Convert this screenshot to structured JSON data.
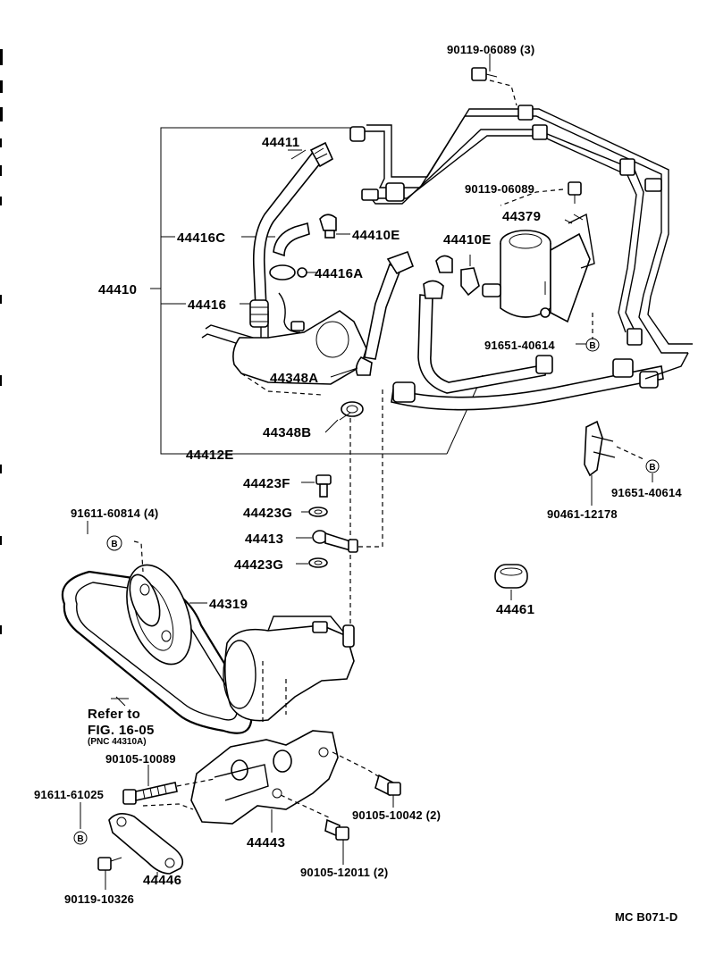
{
  "diagram_code": "MC  B071-D",
  "refer_note": {
    "line1": "Refer to",
    "line2": "FIG. 16-05",
    "line3": "(PNC 44310A)"
  },
  "circle_mark": "B",
  "labels": {
    "p90119_06089_3": "90119-06089 (3)",
    "p90119_06089": "90119-06089",
    "p44411": "44411",
    "p44416C": "44416C",
    "p44410E_a": "44410E",
    "p44410E_b": "44410E",
    "p44379": "44379",
    "p44416A": "44416A",
    "p44410": "44410",
    "p44416": "44416",
    "p91651_40614_a": "91651-40614",
    "p44348A": "44348A",
    "p44348B": "44348B",
    "p44412E": "44412E",
    "p44423F": "44423F",
    "p44423G_a": "44423G",
    "p44413": "44413",
    "p44423G_b": "44423G",
    "p91611_60814_4": "91611-60814 (4)",
    "p44319": "44319",
    "p90461_12178": "90461-12178",
    "p91651_40614_b": "91651-40614",
    "p44461": "44461",
    "p90105_10089": "90105-10089",
    "p91611_61025": "91611-61025",
    "p90105_10042_2": "90105-10042 (2)",
    "p44443": "44443",
    "p90105_12011_2": "90105-12011 (2)",
    "p44446": "44446",
    "p90119_10326": "90119-10326"
  }
}
